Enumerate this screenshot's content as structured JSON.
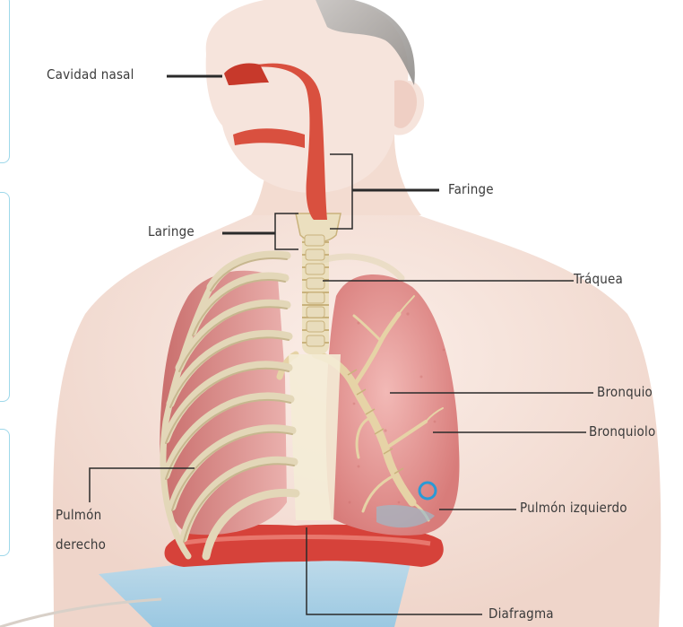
{
  "labels": {
    "nasal_cavity": "Cavidad nasal",
    "pharynx": "Faringe",
    "larynx": "Laringe",
    "trachea": "Tráquea",
    "bronchus": "Bronquio",
    "bronchiole": "Bronquiolo",
    "left_lung": "Pulmón izquierdo",
    "right_lung_line1": "Pulmón",
    "right_lung_line2": "derecho",
    "diaphragm": "Diafragma"
  },
  "colors": {
    "skin": "#f4dfd5",
    "airway": "#d9503f",
    "lung": "#e9a5a2",
    "rib": "#e3d7b8",
    "diaphragm": "#d6423a",
    "frame": "#9ed8ea",
    "leader_line": "#2a2a2a"
  }
}
